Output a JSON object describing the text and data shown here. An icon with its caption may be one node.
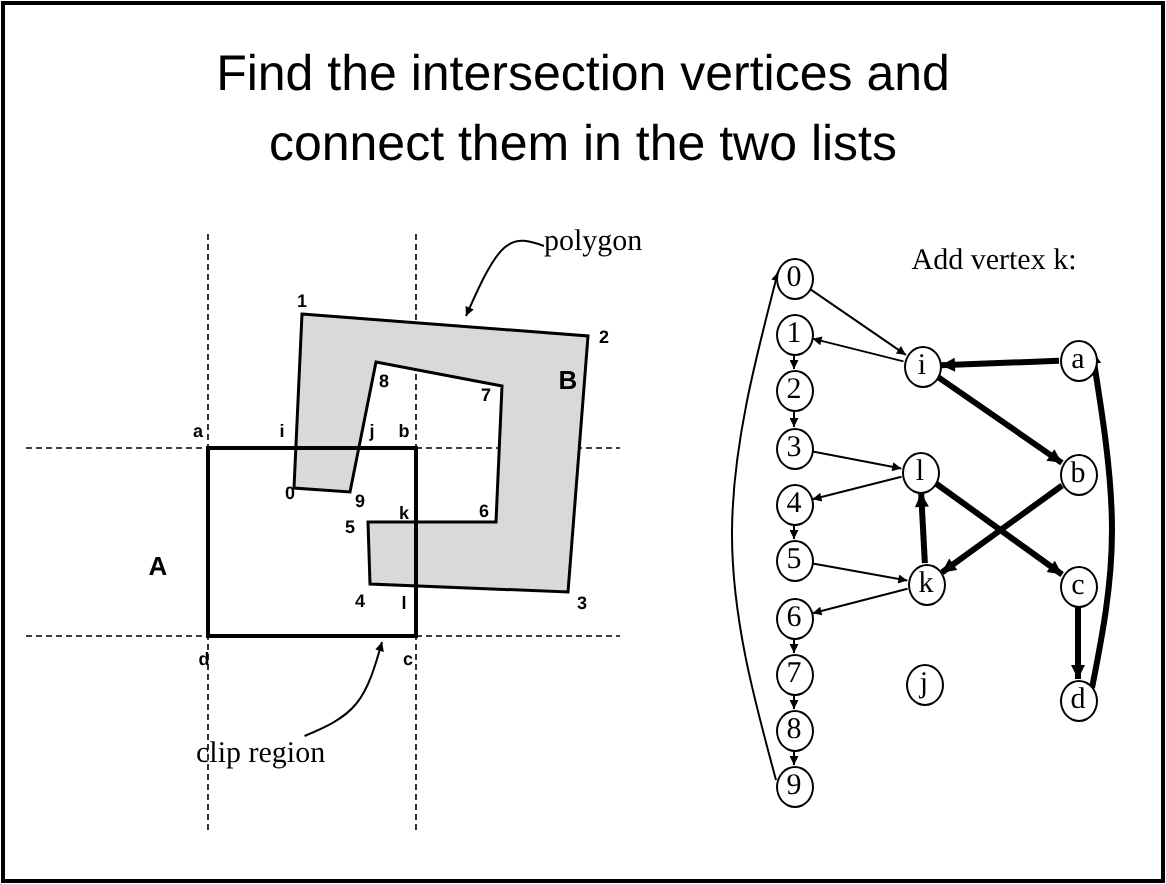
{
  "diagram": {
    "title": "Find the intersection vertices and connect them in the two lists",
    "nodes": [
      {
        "text": [
          "polygon"
        ]
      },
      {
        "text": [],
        "shape": "polygon"
      },
      {
        "text": [
          "clip region"
        ]
      },
      {
        "text": [],
        "shape": "box"
      },
      {
        "text": [
          "0"
        ]
      },
      {
        "text": [
          "1"
        ]
      },
      {
        "text": [
          "2"
        ]
      },
      {
        "text": [
          "3"
        ]
      },
      {
        "text": [
          "4"
        ]
      },
      {
        "text": [
          "5"
        ]
      },
      {
        "text": [
          "6"
        ]
      },
      {
        "text": [
          "7"
        ]
      },
      {
        "text": [
          "8"
        ]
      },
      {
        "text": [
          "9"
        ]
      },
      {
        "text": [
          "i"
        ]
      },
      {
        "text": [
          "l"
        ]
      },
      {
        "text": [
          "k"
        ]
      },
      {
        "text": [
          "j"
        ]
      },
      {
        "text": [
          "a"
        ]
      },
      {
        "text": [
          "b"
        ]
      },
      {
        "text": [
          "c"
        ]
      },
      {
        "text": [
          "d"
        ]
      }
    ],
    "edges": [
      {
        "from": 0,
        "to": 1,
        "arrow": "to"
      },
      {
        "from": 2,
        "to": 3,
        "arrow": "to"
      },
      {
        "from": 4,
        "to": 14,
        "arrow": "to"
      },
      {
        "from": 14,
        "to": 5,
        "arrow": "to"
      },
      {
        "from": 5,
        "to": 6,
        "arrow": "to"
      },
      {
        "from": 6,
        "to": 7,
        "arrow": "to"
      },
      {
        "from": 7,
        "to": 15,
        "arrow": "to"
      },
      {
        "from": 15,
        "to": 8,
        "arrow": "to"
      },
      {
        "from": 8,
        "to": 9,
        "arrow": "to"
      },
      {
        "from": 9,
        "to": 16,
        "arrow": "to"
      },
      {
        "from": 16,
        "to": 10,
        "arrow": "to"
      },
      {
        "from": 10,
        "to": 11,
        "arrow": "to"
      },
      {
        "from": 11,
        "to": 12,
        "arrow": "to"
      },
      {
        "from": 12,
        "to": 13,
        "arrow": "to"
      },
      {
        "from": 13,
        "to": 4,
        "arrow": "to"
      },
      {
        "from": 18,
        "to": 14,
        "arrow": "to",
        "style": "thick"
      },
      {
        "from": 14,
        "to": 19,
        "arrow": "to",
        "style": "thick"
      },
      {
        "from": 19,
        "to": 16,
        "arrow": "to",
        "style": "thick"
      },
      {
        "from": 16,
        "to": 15,
        "arrow": "to",
        "style": "thick"
      },
      {
        "from": 15,
        "to": 20,
        "arrow": "to",
        "style": "thick"
      },
      {
        "from": 20,
        "to": 21,
        "arrow": "to",
        "style": "thick"
      },
      {
        "from": 21,
        "to": 18,
        "arrow": "to",
        "style": "thick"
      }
    ],
    "labels": [
      "Add vertex k:",
      "1",
      "2",
      "8",
      "7",
      "B",
      "a",
      "i",
      "j",
      "b",
      "0",
      "9",
      "k",
      "6",
      "5",
      "A",
      "4",
      "l",
      "3",
      "d",
      "c"
    ]
  }
}
